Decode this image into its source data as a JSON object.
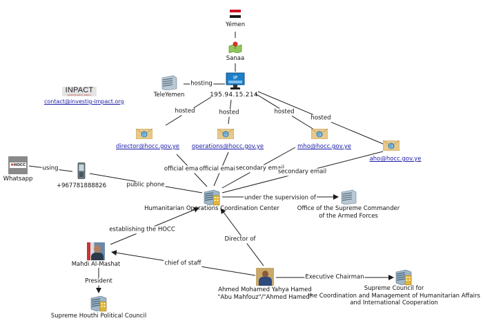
{
  "logo": {
    "title": "INPACT",
    "subtitle": "INVESTIGATIVE IMPACT",
    "contact": "contact@investig-impact.org"
  },
  "nodes": {
    "yemen": {
      "label": "Yémen",
      "icon": "flag-icon"
    },
    "sanaa": {
      "label": "Sanaa",
      "icon": "map-pin-icon"
    },
    "ip": {
      "label": "195.94.15.214",
      "icon": "ip-monitor-icon",
      "badge": "IP"
    },
    "teleyemen": {
      "label": "TeleYemen",
      "icon": "server-icon"
    },
    "email_director": {
      "label": "director@hocc.gov.ye",
      "icon": "email-icon"
    },
    "email_operations": {
      "label": "operations@hocc.gov.ye",
      "icon": "email-icon"
    },
    "email_mho": {
      "label": "mho@hocc.gov.ye",
      "icon": "email-icon"
    },
    "email_aho": {
      "label": "aho@hocc.gov.ye",
      "icon": "email-icon"
    },
    "whatsapp": {
      "label": "Whatsapp",
      "icon": "whatsapp-profile-icon",
      "badge": "HOCC"
    },
    "phone": {
      "label": "+967781888826",
      "icon": "mobile-phone-icon"
    },
    "hocc": {
      "label": "Humanitarian Operations Coordination Center",
      "icon": "organization-icon"
    },
    "supreme_commander": {
      "label_line1": "Office of the Supreme Commander",
      "label_line2": "of the Armed Forces",
      "icon": "server-icon"
    },
    "mashat": {
      "label": "Mahdi Al-Mashat",
      "icon": "person-photo-icon"
    },
    "ahmed": {
      "label_line1": "Ahmed Mohamed Yahya Hamed",
      "label_line2": "\"Abu Mahfouz\"/\"Ahmed Hamed\"",
      "icon": "person-photo-icon"
    },
    "supreme_council": {
      "label_line1": "Supreme Council for",
      "label_line2": "the Coordination and Management of Humanitarian Affairs",
      "label_line3": "and International Cooperation",
      "icon": "organization-icon"
    },
    "political_council": {
      "label": "Supreme Houthi Political Council",
      "icon": "organization-icon"
    }
  },
  "edges": {
    "hosting": "hosting",
    "hosted1": "hosted",
    "hosted2": "hosted",
    "hosted3": "hosted",
    "hosted4": "hosted",
    "official1": "official email",
    "official2": "official email",
    "secondary1": "secondary email",
    "secondary2": "secondary email",
    "using": "using",
    "public_phone": "public phone",
    "supervision": "under the supervision of",
    "establishing": "establishing the HOCC",
    "director_of": "Director of",
    "chief_of_staff": "chief of staff",
    "exec_chairman": "Executive Chairman",
    "president": "President"
  },
  "colors": {
    "link": "#1a1aa6",
    "edge": "#1a1a1a",
    "flag_red": "#ce1126",
    "flag_black": "#1a1a1a",
    "monitor_blue": "#1e7fc8",
    "envelope": "#e8c98a",
    "at_blue": "#2a7fb8"
  }
}
